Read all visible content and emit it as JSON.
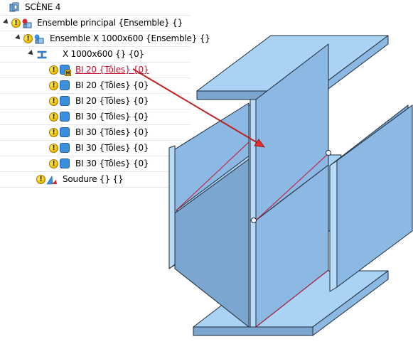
{
  "scene": {
    "title": "SCÈNE 4"
  },
  "tree": {
    "assembly_main": "Ensemble principal {Ensemble} {}",
    "assembly_x": "Ensemble X 1000x600 {Ensemble} {}",
    "profile": "X 1000x600 {} {0}",
    "parts": [
      {
        "label": "BI 20 {Tôles} {0}",
        "selected": true
      },
      {
        "label": "BI 20 {Tôles} {0}"
      },
      {
        "label": "BI 20 {Tôles} {0}"
      },
      {
        "label": "BI 30 {Tôles} {0}"
      },
      {
        "label": "BI 30 {Tôles} {0}"
      },
      {
        "label": "BI 30 {Tôles} {0}"
      },
      {
        "label": "BI 30 {Tôles} {0}"
      }
    ],
    "weld": "Soudure {} {}",
    "badge_letter": "H"
  },
  "colors": {
    "plate_light": "#a9d2f5",
    "plate_mid": "#8cb9e3",
    "plate_dark": "#7ba6cf",
    "edge": "#1f2b38",
    "weld_line": "#c8102e",
    "arrow": "#c0201f",
    "part_icon": "#3a8fe0"
  }
}
